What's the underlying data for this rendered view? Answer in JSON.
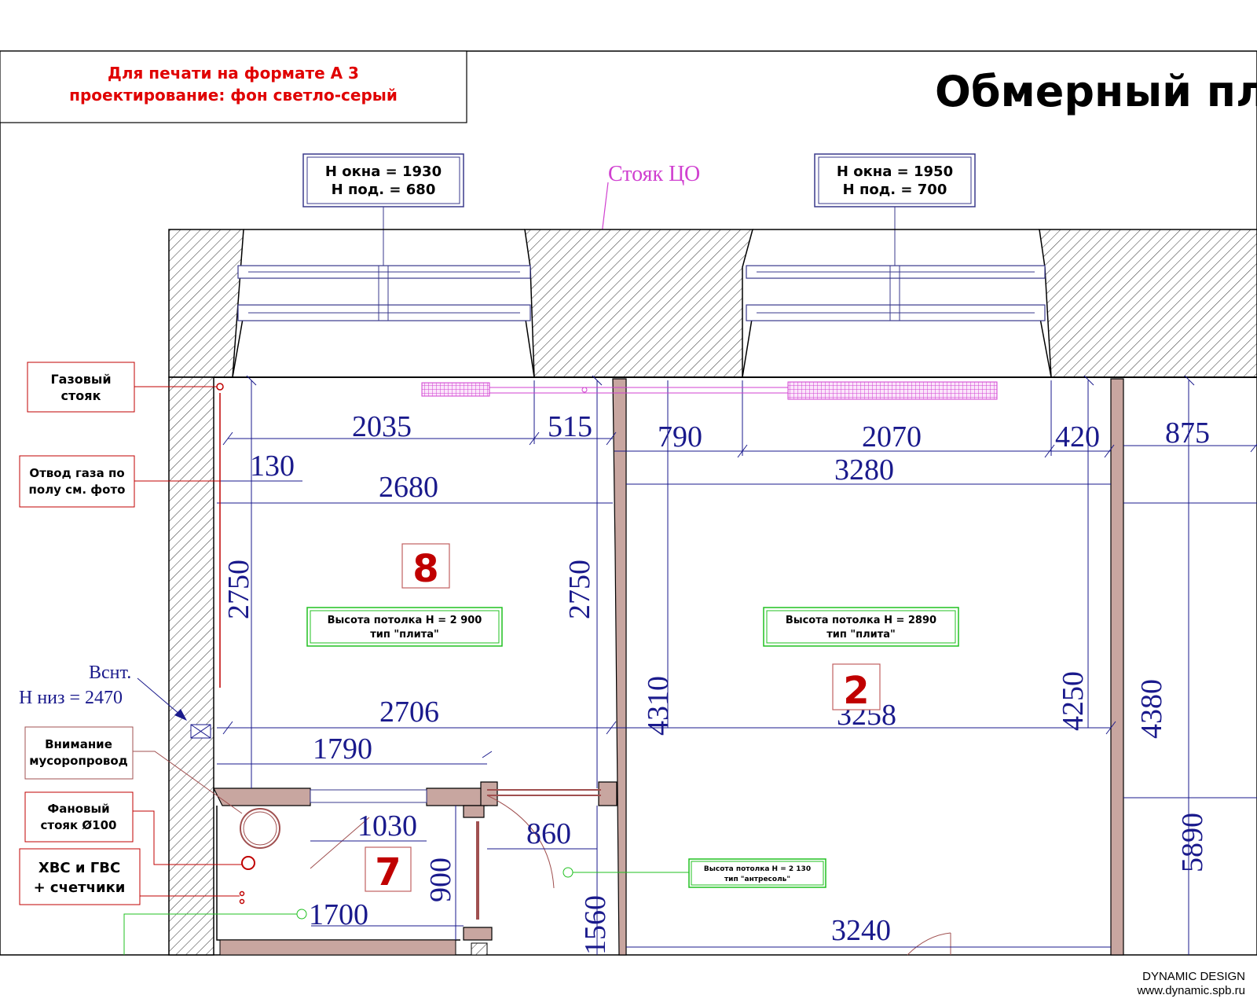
{
  "print_note": {
    "line1": "Для печати на формате А 3",
    "line2": "проектирование: фон светло-серый"
  },
  "title": "Обмерный пл",
  "windows": [
    {
      "line1": "Н окна = 1930",
      "line2": "Н под. = 680"
    },
    {
      "line1": "Н окна = 1950",
      "line2": "Н под. = 700"
    }
  ],
  "riser_label": "Стояк ЦО",
  "callouts": {
    "gas_riser": [
      "Газовый",
      "стояк"
    ],
    "gas_branch": [
      "Отвод газа по",
      "полу см. фото"
    ],
    "vent": [
      "Вснт.",
      "Н низ = 2470"
    ],
    "garbage": [
      "Внимание",
      "мусоропровод"
    ],
    "fan_riser": [
      "Фановый",
      "стояк Ø100"
    ],
    "water": [
      "ХВС и ГВС",
      "+ счетчики"
    ]
  },
  "ceilings": [
    {
      "line1": "Высота потолка Н = 2 900",
      "line2": "тип  \"плита\""
    },
    {
      "line1": "Высота потолка Н = 2890",
      "line2": "тип  \"плита\""
    },
    {
      "line1": "Высота потолка Н = 2  130",
      "line2": "тип  \"антресоль\""
    }
  ],
  "rooms": {
    "r8": "8",
    "r2": "2",
    "r7": "7"
  },
  "dims": {
    "d2035": "2035",
    "d515": "515",
    "d790": "790",
    "d2070": "2070",
    "d420": "420",
    "d875": "875",
    "d130": "130",
    "d2680": "2680",
    "d3280": "3280",
    "d2750a": "2750",
    "d2750b": "2750",
    "d2706": "2706",
    "d3258": "3258",
    "d4310": "4310",
    "d4250": "4250",
    "d4380": "4380",
    "d1790": "1790",
    "d1030": "1030",
    "d860": "860",
    "d900": "900",
    "d1700": "1700",
    "d1560": "1560",
    "d3240": "3240",
    "d5890": "5890"
  },
  "footer": {
    "line1": "DYNAMIC DESIGN",
    "line2": "www.dynamic.spb.ru"
  },
  "colors": {
    "dim": "#1a1a8c",
    "red": "#e00000",
    "magenta": "#d040d0",
    "green": "#20c020",
    "wall": "#c8a6a0"
  }
}
